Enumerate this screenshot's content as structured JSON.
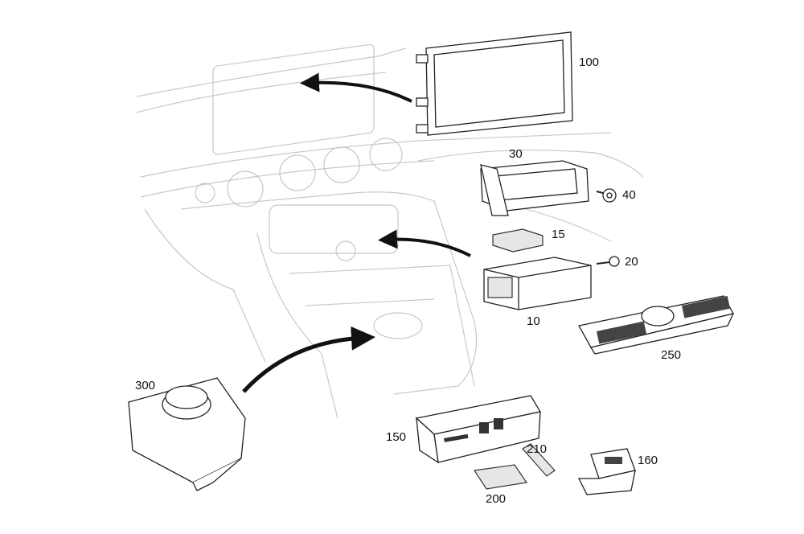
{
  "diagram": {
    "labels": {
      "display": "100",
      "bracket": "30",
      "screw_40": "40",
      "module_15": "15",
      "screw_20": "20",
      "unit_10": "10",
      "switch_panel": "250",
      "controller": "300",
      "usb_unit": "150",
      "part_210": "210",
      "part_160": "160",
      "part_200": "200"
    },
    "colors": {
      "arrow": "#111111",
      "dashboard_outline": "#c8c8c8",
      "part_outline": "#222222"
    }
  }
}
